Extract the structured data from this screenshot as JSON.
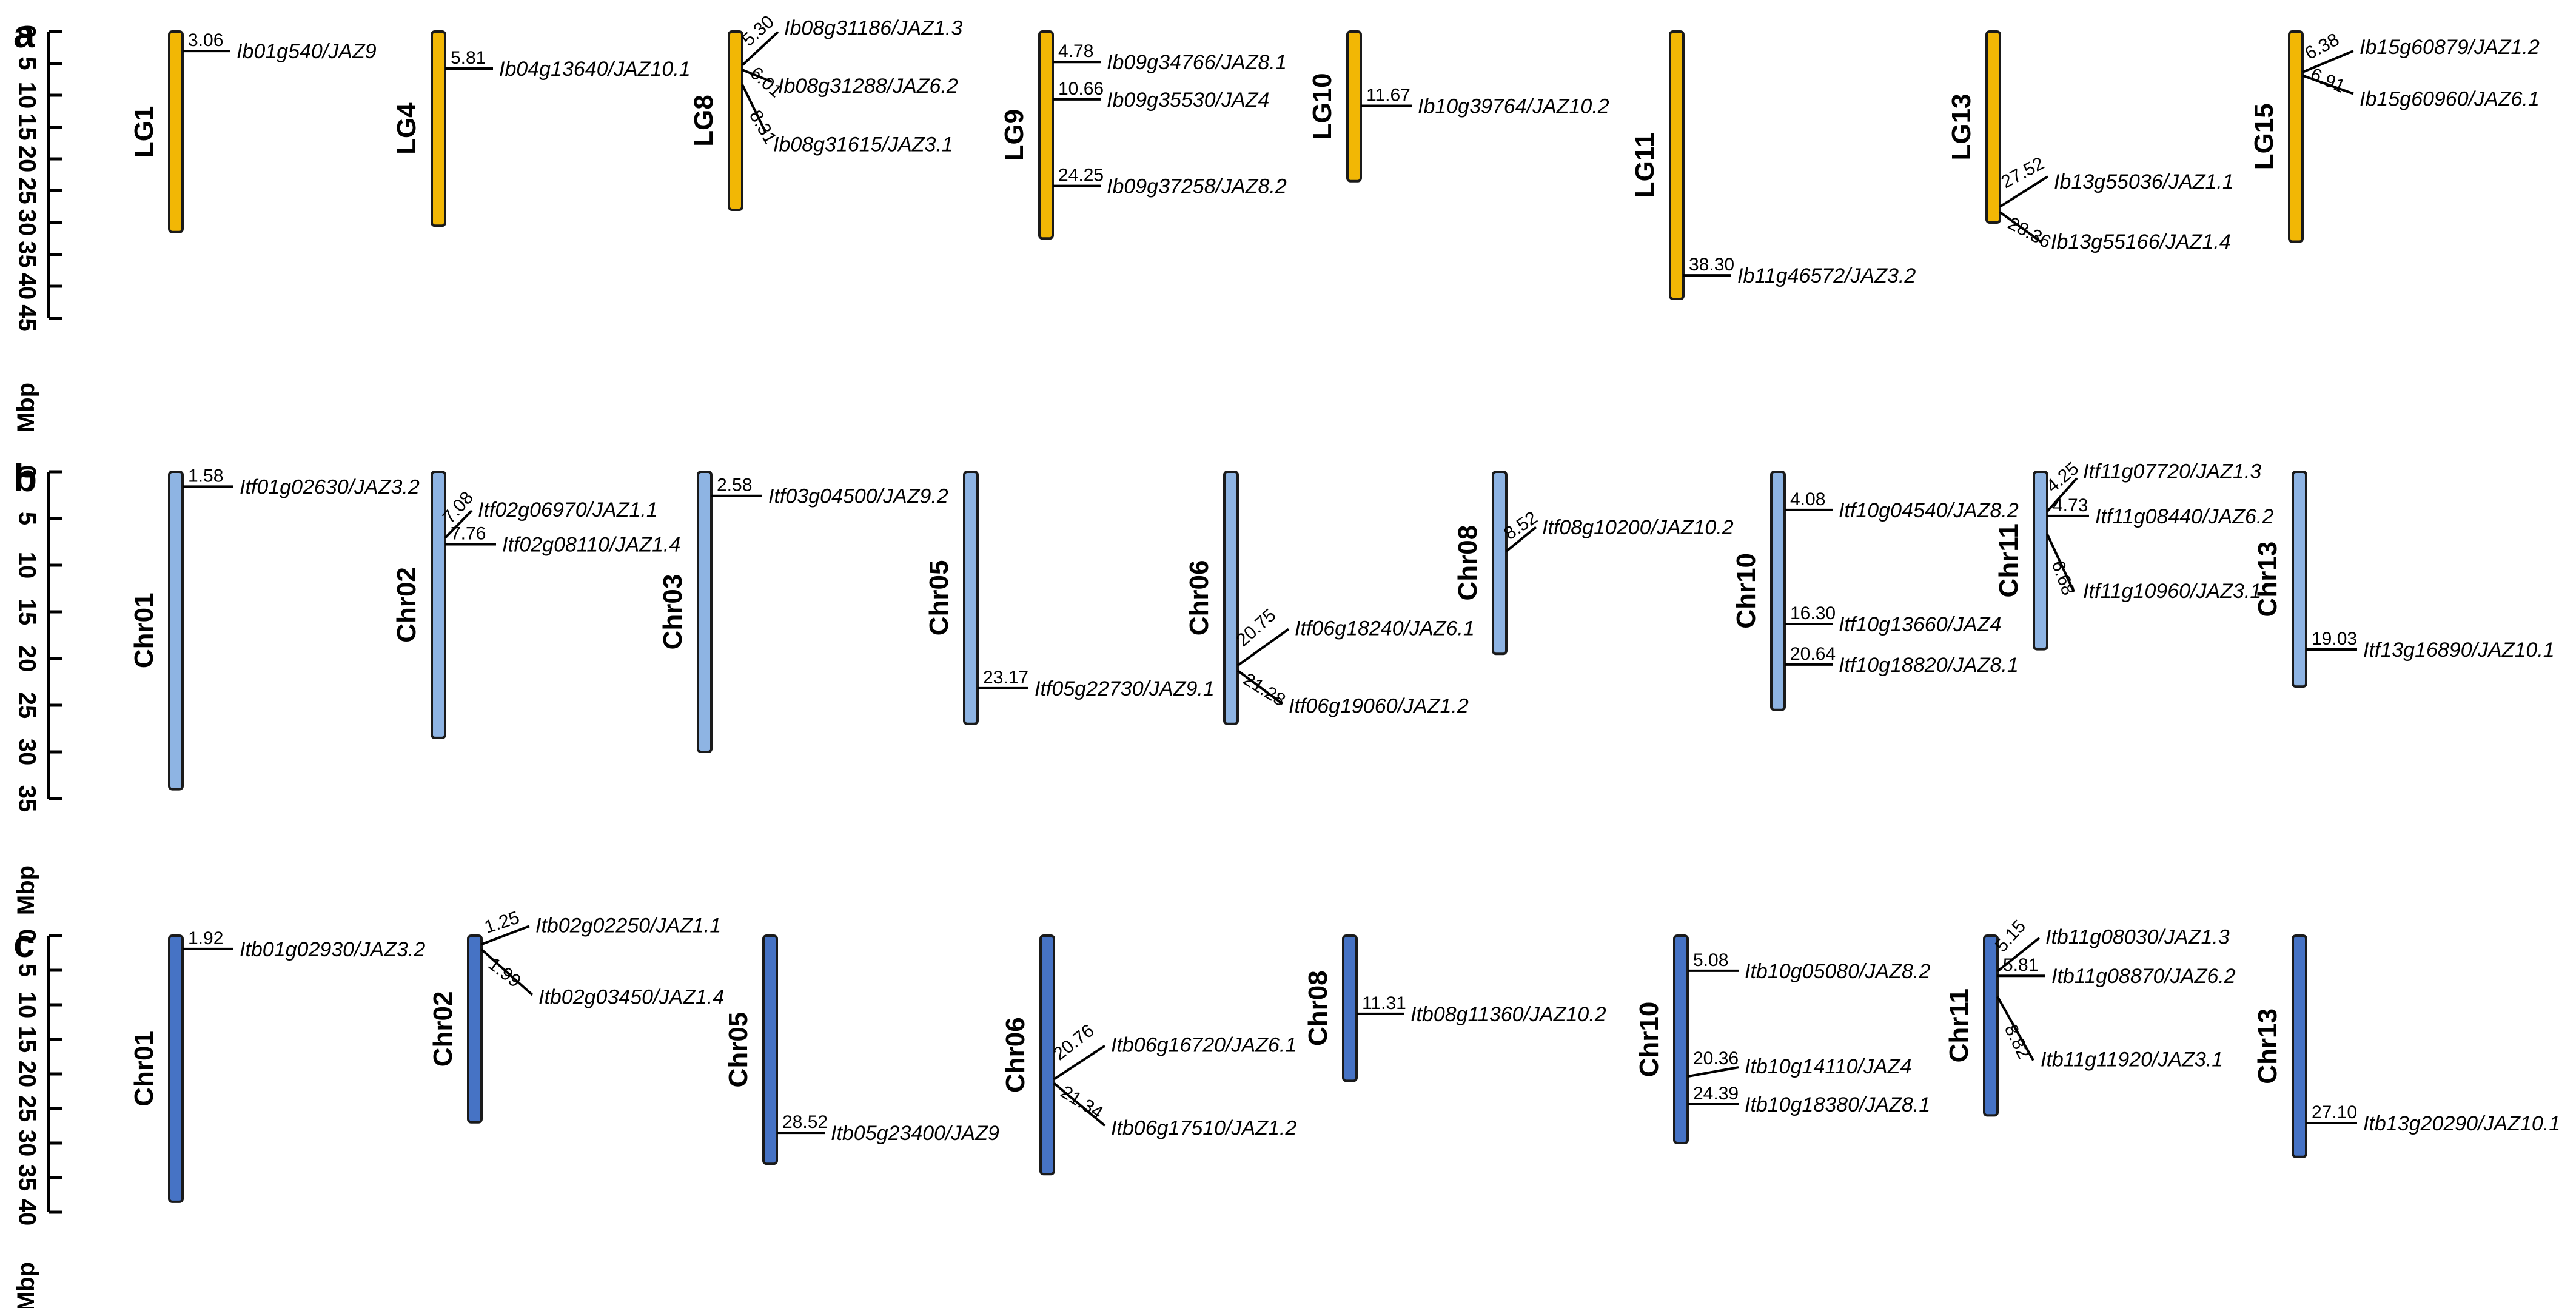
{
  "colors": {
    "a": "#F2B705",
    "b": "#8EB4E3",
    "c": "#4673C5",
    "outline": "#1a1a1a"
  },
  "panels": [
    {
      "id": "a",
      "letter": "a",
      "unit": "Mbp",
      "axis_ticks": [
        "0",
        "5",
        "10",
        "15",
        "20",
        "25",
        "30",
        "35",
        "40",
        "45"
      ],
      "chromosomes": [
        {
          "name": "LG1",
          "length": 31.5,
          "genes": [
            {
              "pos_label": "3.06",
              "name": "Ib01g540/JAZ9"
            }
          ]
        },
        {
          "name": "LG4",
          "length": 30.5,
          "genes": [
            {
              "pos_label": "5.81",
              "name": "Ib04g13640/JAZ10.1"
            }
          ]
        },
        {
          "name": "LG8",
          "length": 28.0,
          "genes": [
            {
              "pos_label": "5.30",
              "name": "Ib08g31186/JAZ1.3"
            },
            {
              "pos_label": "6.01",
              "name": "Ib08g31288/JAZ6.2"
            },
            {
              "pos_label": "8.31",
              "name": "Ib08g31615/JAZ3.1"
            }
          ]
        },
        {
          "name": "LG9",
          "length": 32.5,
          "genes": [
            {
              "pos_label": "4.78",
              "name": "Ib09g34766/JAZ8.1"
            },
            {
              "pos_label": "10.66",
              "name": "Ib09g35530/JAZ4"
            },
            {
              "pos_label": "24.25",
              "name": "Ib09g37258/JAZ8.2"
            }
          ]
        },
        {
          "name": "LG10",
          "length": 23.5,
          "genes": [
            {
              "pos_label": "11.67",
              "name": "Ib10g39764/JAZ10.2"
            }
          ]
        },
        {
          "name": "LG11",
          "length": 42.0,
          "genes": [
            {
              "pos_label": "38.30",
              "name": "Ib11g46572/JAZ3.2"
            }
          ]
        },
        {
          "name": "LG13",
          "length": 30.0,
          "genes": [
            {
              "pos_label": "27.52",
              "name": "Ib13g55036/JAZ1.1"
            },
            {
              "pos_label": "28.36",
              "name": "Ib13g55166/JAZ1.4"
            }
          ]
        },
        {
          "name": "LG15",
          "length": 33.0,
          "genes": [
            {
              "pos_label": "6.38",
              "name": "Ib15g60879/JAZ1.2"
            },
            {
              "pos_label": "6.91",
              "name": "Ib15g60960/JAZ6.1"
            }
          ]
        }
      ]
    },
    {
      "id": "b",
      "letter": "b",
      "unit": "Mbp",
      "axis_ticks": [
        "0",
        "5",
        "10",
        "15",
        "20",
        "25",
        "30",
        "35"
      ],
      "chromosomes": [
        {
          "name": "Chr01",
          "length": 34.0,
          "genes": [
            {
              "pos_label": "1.58",
              "name": "Itf01g02630/JAZ3.2"
            }
          ]
        },
        {
          "name": "Chr02",
          "length": 28.5,
          "genes": [
            {
              "pos_label": "7.08",
              "name": "Itf02g06970/JAZ1.1"
            },
            {
              "pos_label": "7.76",
              "name": "Itf02g08110/JAZ1.4"
            }
          ]
        },
        {
          "name": "Chr03",
          "length": 30.0,
          "genes": [
            {
              "pos_label": "2.58",
              "name": "Itf03g04500/JAZ9.2"
            }
          ]
        },
        {
          "name": "Chr05",
          "length": 27.0,
          "genes": [
            {
              "pos_label": "23.17",
              "name": "Itf05g22730/JAZ9.1"
            }
          ]
        },
        {
          "name": "Chr06",
          "length": 27.0,
          "genes": [
            {
              "pos_label": "20.75",
              "name": "Itf06g18240/JAZ6.1"
            },
            {
              "pos_label": "21.28",
              "name": "Itf06g19060/JAZ1.2"
            }
          ]
        },
        {
          "name": "Chr08",
          "length": 19.5,
          "genes": [
            {
              "pos_label": "8.52",
              "name": "Itf08g10200/JAZ10.2"
            }
          ]
        },
        {
          "name": "Chr10",
          "length": 25.5,
          "genes": [
            {
              "pos_label": "4.08",
              "name": "Itf10g04540/JAZ8.2"
            },
            {
              "pos_label": "16.30",
              "name": "Itf10g13660/JAZ4"
            },
            {
              "pos_label": "20.64",
              "name": "Itf10g18820/JAZ8.1"
            }
          ]
        },
        {
          "name": "Chr11",
          "length": 19.0,
          "genes": [
            {
              "pos_label": "4.25",
              "name": "Itf11g07720/JAZ1.3"
            },
            {
              "pos_label": "4.73",
              "name": "Itf11g08440/JAZ6.2"
            },
            {
              "pos_label": "6.68",
              "name": "Itf11g10960/JAZ3.1"
            }
          ]
        },
        {
          "name": "Chr13",
          "length": 23.0,
          "genes": [
            {
              "pos_label": "19.03",
              "name": "Itf13g16890/JAZ10.1"
            }
          ]
        }
      ]
    },
    {
      "id": "c",
      "letter": "c",
      "unit": "Mbp",
      "axis_ticks": [
        "0",
        "5",
        "10",
        "15",
        "20",
        "25",
        "30",
        "35",
        "40"
      ],
      "chromosomes": [
        {
          "name": "Chr01",
          "length": 38.5,
          "genes": [
            {
              "pos_label": "1.92",
              "name": "Itb01g02930/JAZ3.2"
            }
          ]
        },
        {
          "name": "Chr02",
          "length": 27.0,
          "genes": [
            {
              "pos_label": "1.25",
              "name": "Itb02g02250/JAZ1.1"
            },
            {
              "pos_label": "1.99",
              "name": "Itb02g03450/JAZ1.4"
            }
          ]
        },
        {
          "name": "Chr05",
          "length": 33.0,
          "genes": [
            {
              "pos_label": "28.52",
              "name": "Itb05g23400/JAZ9"
            }
          ]
        },
        {
          "name": "Chr06",
          "length": 34.5,
          "genes": [
            {
              "pos_label": "20.76",
              "name": "Itb06g16720/JAZ6.1"
            },
            {
              "pos_label": "21.34",
              "name": "Itb06g17510/JAZ1.2"
            }
          ]
        },
        {
          "name": "Chr08",
          "length": 21.0,
          "genes": [
            {
              "pos_label": "11.31",
              "name": "Itb08g11360/JAZ10.2"
            }
          ]
        },
        {
          "name": "Chr10",
          "length": 30.0,
          "genes": [
            {
              "pos_label": "5.08",
              "name": "Itb10g05080/JAZ8.2"
            },
            {
              "pos_label": "20.36",
              "name": "Itb10g14110/JAZ4"
            },
            {
              "pos_label": "24.39",
              "name": "Itb10g18380/JAZ8.1"
            }
          ]
        },
        {
          "name": "Chr11",
          "length": 26.0,
          "genes": [
            {
              "pos_label": "5.15",
              "name": "Itb11g08030/JAZ1.3"
            },
            {
              "pos_label": "5.81",
              "name": "Itb11g08870/JAZ6.2"
            },
            {
              "pos_label": "8.82",
              "name": "Itb11g11920/JAZ3.1"
            }
          ]
        },
        {
          "name": "Chr13",
          "length": 32.0,
          "genes": [
            {
              "pos_label": "27.10",
              "name": "Itb13g20290/JAZ10.1"
            }
          ]
        }
      ]
    }
  ]
}
